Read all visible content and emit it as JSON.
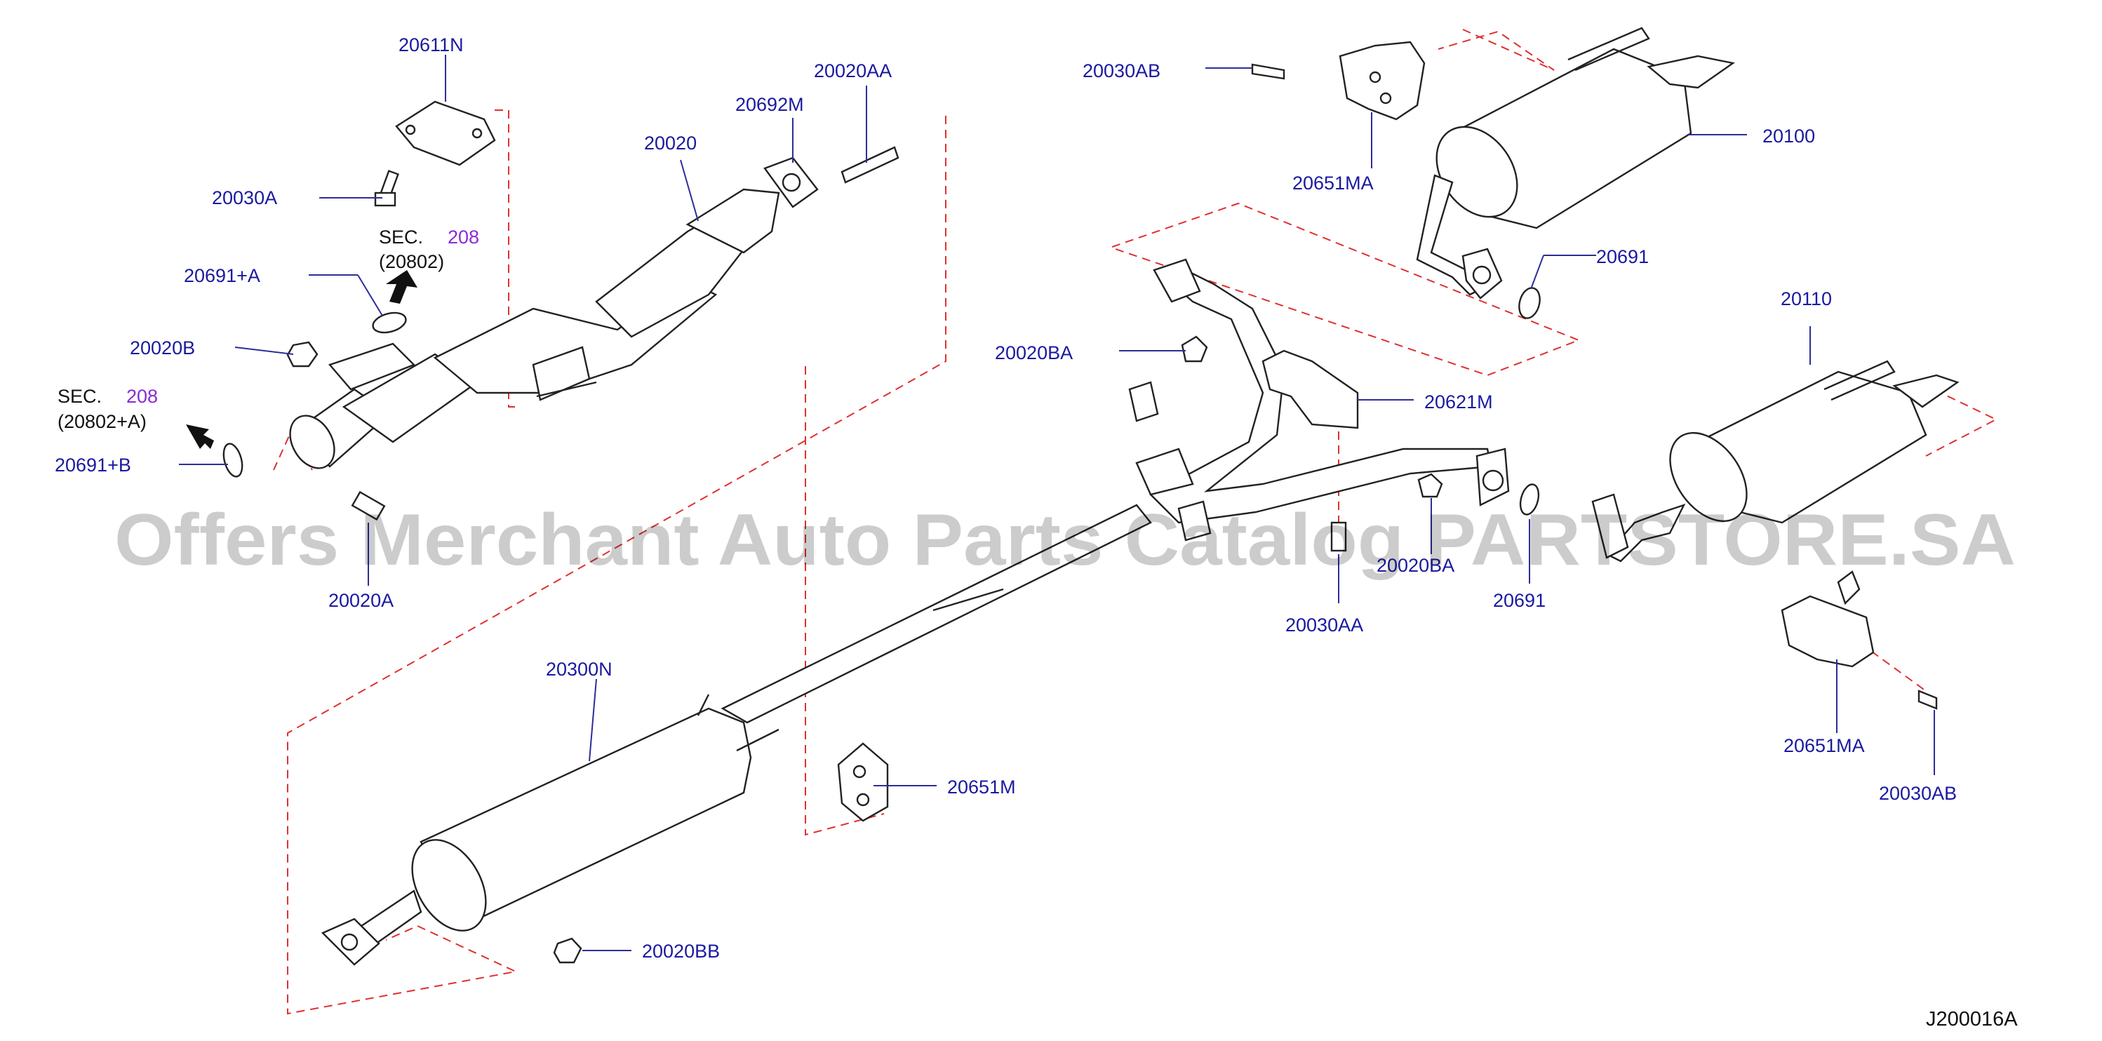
{
  "labels": {
    "p20611N": "20611N",
    "p20030A": "20030A",
    "p20691A": "20691+A",
    "p20020B": "20020B",
    "p20691B": "20691+B",
    "p20020A": "20020A",
    "p20020": "20020",
    "p20692M": "20692M",
    "p20020AA": "20020AA",
    "p20300N": "20300N",
    "p20651M": "20651M",
    "p20020BB": "20020BB",
    "p20030AB_top": "20030AB",
    "p20651MA_top": "20651MA",
    "p20100": "20100",
    "p20691_top": "20691",
    "p20020BA_left": "20020BA",
    "p20621M": "20621M",
    "p20020BA_mid": "20020BA",
    "p20030AA": "20030AA",
    "p20691_mid": "20691",
    "p20110": "20110",
    "p20651MA_bot": "20651MA",
    "p20030AB_bot": "20030AB"
  },
  "sec_refs": {
    "a": {
      "sec": "SEC.",
      "num": "208",
      "ref": "(20802)"
    },
    "b": {
      "sec": "SEC.",
      "num": "208",
      "ref": "(20802+A)"
    }
  },
  "watermark": "Offers Merchant Auto Parts Catalog PARTSTORE.SA",
  "diagram_code": "J200016A",
  "colors": {
    "label": "#1a1aa0",
    "section_number": "#8a2bd8",
    "dashed_guides": "#e03030",
    "linework": "#222222"
  }
}
